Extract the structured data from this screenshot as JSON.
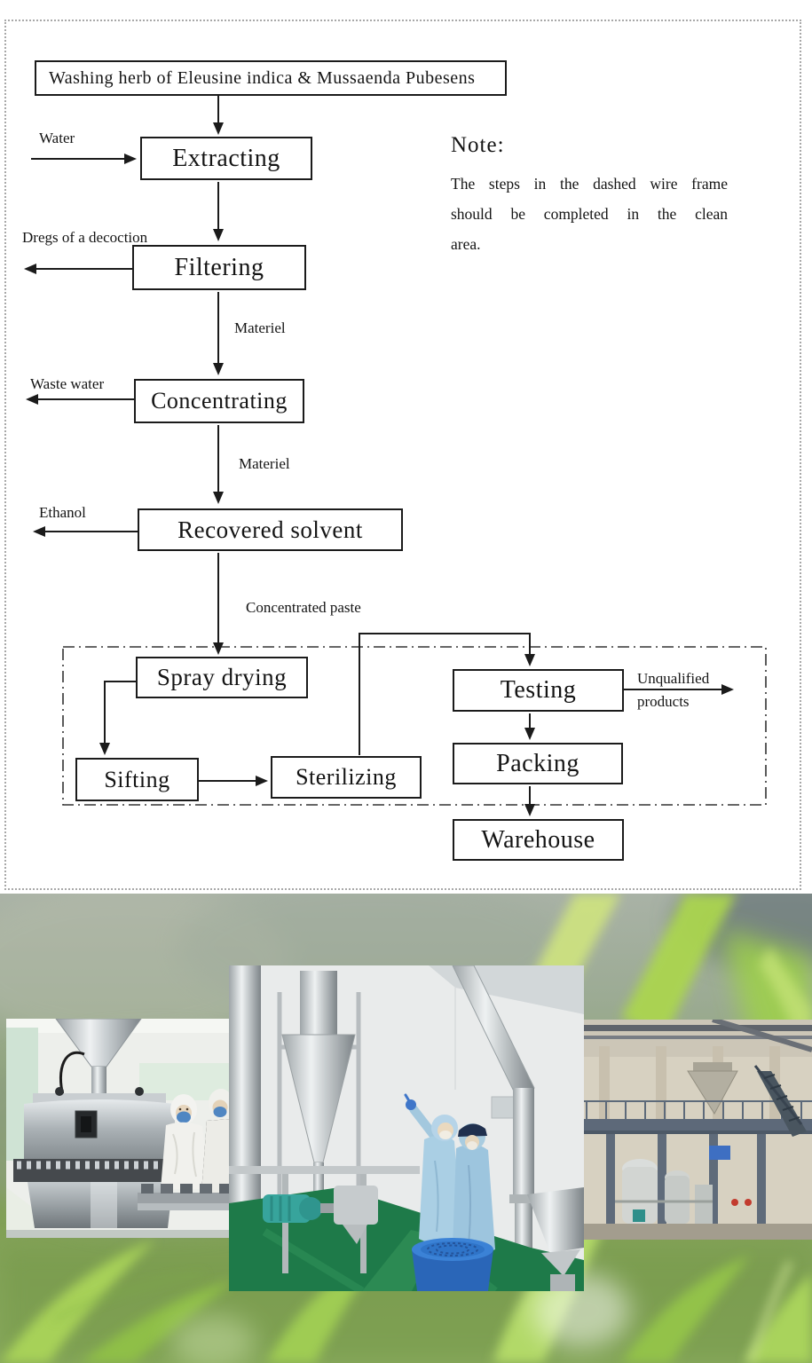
{
  "panel": {
    "title_box": "Washing herb of Eleusine indica & Mussaenda Pubesens",
    "nodes": {
      "extracting": "Extracting",
      "filtering": "Filtering",
      "concentrating": "Concentrating",
      "recovered_solvent": "Recovered solvent",
      "spray_drying": "Spray drying",
      "sifting": "Sifting",
      "sterilizing": "Sterilizing",
      "testing": "Testing",
      "packing": "Packing",
      "warehouse": "Warehouse"
    },
    "labels": {
      "water": "Water",
      "dregs": "Dregs of a decoction",
      "materiel_1": "Materiel",
      "waste_water": "Waste water",
      "materiel_2": "Materiel",
      "ethanol": "Ethanol",
      "concentrated_paste": "Concentrated paste",
      "unqualified_line1": "Unqualified",
      "unqualified_line2": "products"
    },
    "note": {
      "heading": "Note:",
      "lines": [
        "The steps in the dashed wire frame",
        "should be completed in the clean",
        "area."
      ]
    }
  },
  "photos": {
    "left": "capsule-filling-machine-with-operators",
    "middle": "spray-drying-cleanroom-technicians",
    "right": "extraction-plant-hall"
  },
  "colors": {
    "line": "#1b1b1b",
    "panel_border": "#a8a8a8",
    "leaf_bright": "#a5d052",
    "floor_green": "#1e7a49",
    "barrel_blue": "#2a66b8",
    "suit_blue": "#a9cde2",
    "mask_blue": "#4f86c2"
  }
}
